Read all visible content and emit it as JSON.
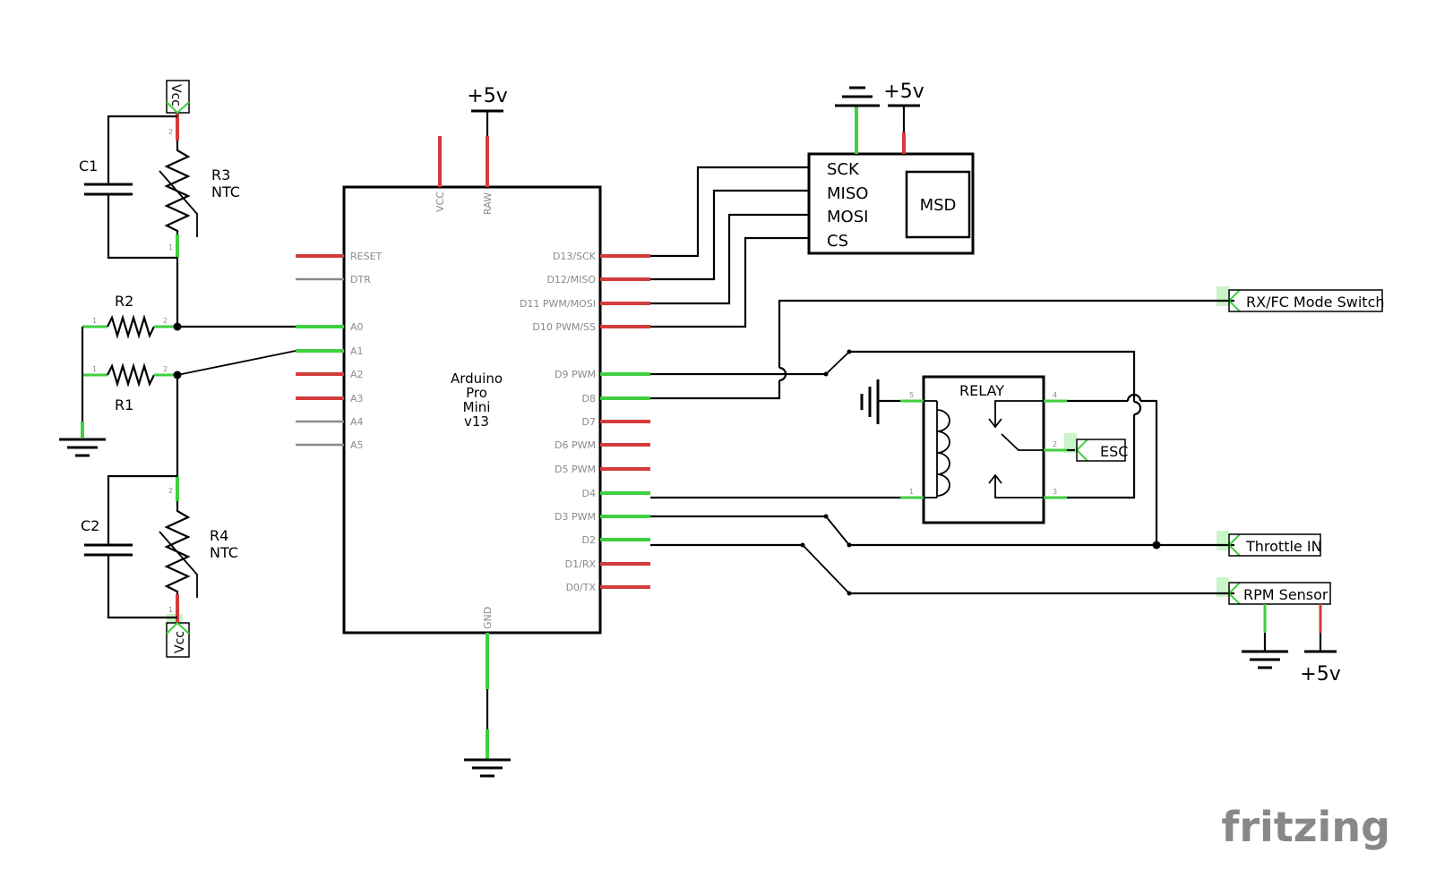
{
  "colors": {
    "pin_connected": "#3fcf3f",
    "pin_unconnected": "#d33c3c",
    "pin_unused": "#8a8a8a",
    "highlight": "#c9f5c9",
    "wire": "#000000",
    "logo": "#888888"
  },
  "arduino": {
    "name": "Arduino",
    "line2": "Pro",
    "line3": "Mini",
    "line4": "v13",
    "top_pins": [
      "VCC",
      "RAW"
    ],
    "bottom_pin": "GND",
    "left_pins": [
      "RESET",
      "DTR",
      "A0",
      "A1",
      "A2",
      "A3",
      "A4",
      "A5"
    ],
    "right_pins": [
      "D13/SCK",
      "D12/MISO",
      "D11 PWM/MOSI",
      "D10 PWM/SS",
      "D9 PWM",
      "D8",
      "D7",
      "D6 PWM",
      "D5 PWM",
      "D4",
      "D3 PWM",
      "D2",
      "D1/RX",
      "D0/TX"
    ]
  },
  "msd": {
    "label": "MSD",
    "pins": [
      "SCK",
      "MISO",
      "MOSI",
      "CS"
    ],
    "supply": "+5v"
  },
  "power": {
    "arduino_supply": "+5v",
    "rpm_supply": "+5v"
  },
  "components": {
    "c1": "C1",
    "c2": "C2",
    "r1": "R1",
    "r2": "R2",
    "r3": "R3",
    "r3_type": "NTC",
    "r4": "R4",
    "r4_type": "NTC"
  },
  "vcc_top": "Vcc",
  "vcc_bottom": "Vcc",
  "relay": {
    "label": "RELAY",
    "pin_numbers": [
      "5",
      "4",
      "2",
      "1",
      "3"
    ]
  },
  "connectors": {
    "rx_fc": "RX/FC Mode Switch",
    "esc": "ESC",
    "throttle": "Throttle IN",
    "rpm": "RPM Sensor"
  },
  "pin_numbers": {
    "one": "1",
    "two": "2"
  },
  "logo": "fritzing"
}
